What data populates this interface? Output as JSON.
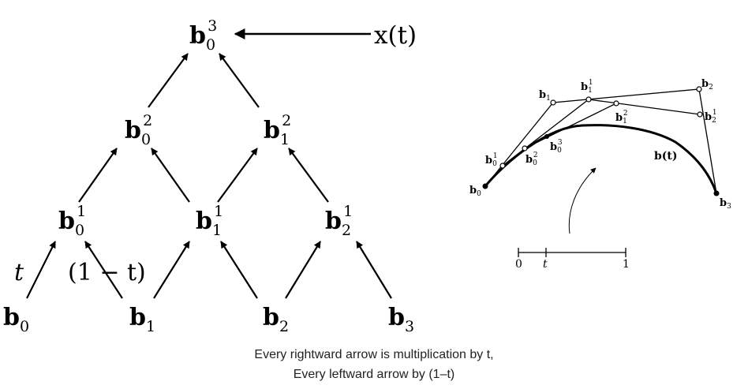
{
  "triangle": {
    "top_point": {
      "base": "b",
      "sub": "0",
      "sup": "3"
    },
    "parameter": "x(t)",
    "levels": [
      [
        {
          "base": "b",
          "sub": "0",
          "sup": "2"
        },
        {
          "base": "b",
          "sub": "1",
          "sup": "2"
        }
      ],
      [
        {
          "base": "b",
          "sub": "0",
          "sup": "1"
        },
        {
          "base": "b",
          "sub": "1",
          "sup": "1"
        },
        {
          "base": "b",
          "sub": "2",
          "sup": "1"
        }
      ],
      [
        {
          "base": "b",
          "sub": "0",
          "sup": ""
        },
        {
          "base": "b",
          "sub": "1",
          "sup": ""
        },
        {
          "base": "b",
          "sub": "2",
          "sup": ""
        },
        {
          "base": "b",
          "sub": "3",
          "sup": ""
        }
      ]
    ],
    "weight_right": "t",
    "weight_left": "(1 − t)"
  },
  "curve_figure": {
    "labels": {
      "b0": {
        "base": "b",
        "sub": "0",
        "sup": ""
      },
      "b1": {
        "base": "b",
        "sub": "1",
        "sup": ""
      },
      "b2": {
        "base": "b",
        "sub": "2",
        "sup": ""
      },
      "b3": {
        "base": "b",
        "sub": "3",
        "sup": ""
      },
      "b01": {
        "base": "b",
        "sub": "0",
        "sup": "1"
      },
      "b11": {
        "base": "b",
        "sub": "1",
        "sup": "1"
      },
      "b21": {
        "base": "b",
        "sub": "2",
        "sup": "1"
      },
      "b02": {
        "base": "b",
        "sub": "0",
        "sup": "2"
      },
      "b12": {
        "base": "b",
        "sub": "1",
        "sup": "2"
      },
      "b03": {
        "base": "b",
        "sub": "0",
        "sup": "3"
      }
    },
    "curve_label": "b(t)",
    "axis": {
      "start": "0",
      "param": "t",
      "end": "1"
    }
  },
  "caption": {
    "line1": "Every rightward arrow is multiplication by t,",
    "line2": "Every leftward arrow by (1–t)"
  }
}
